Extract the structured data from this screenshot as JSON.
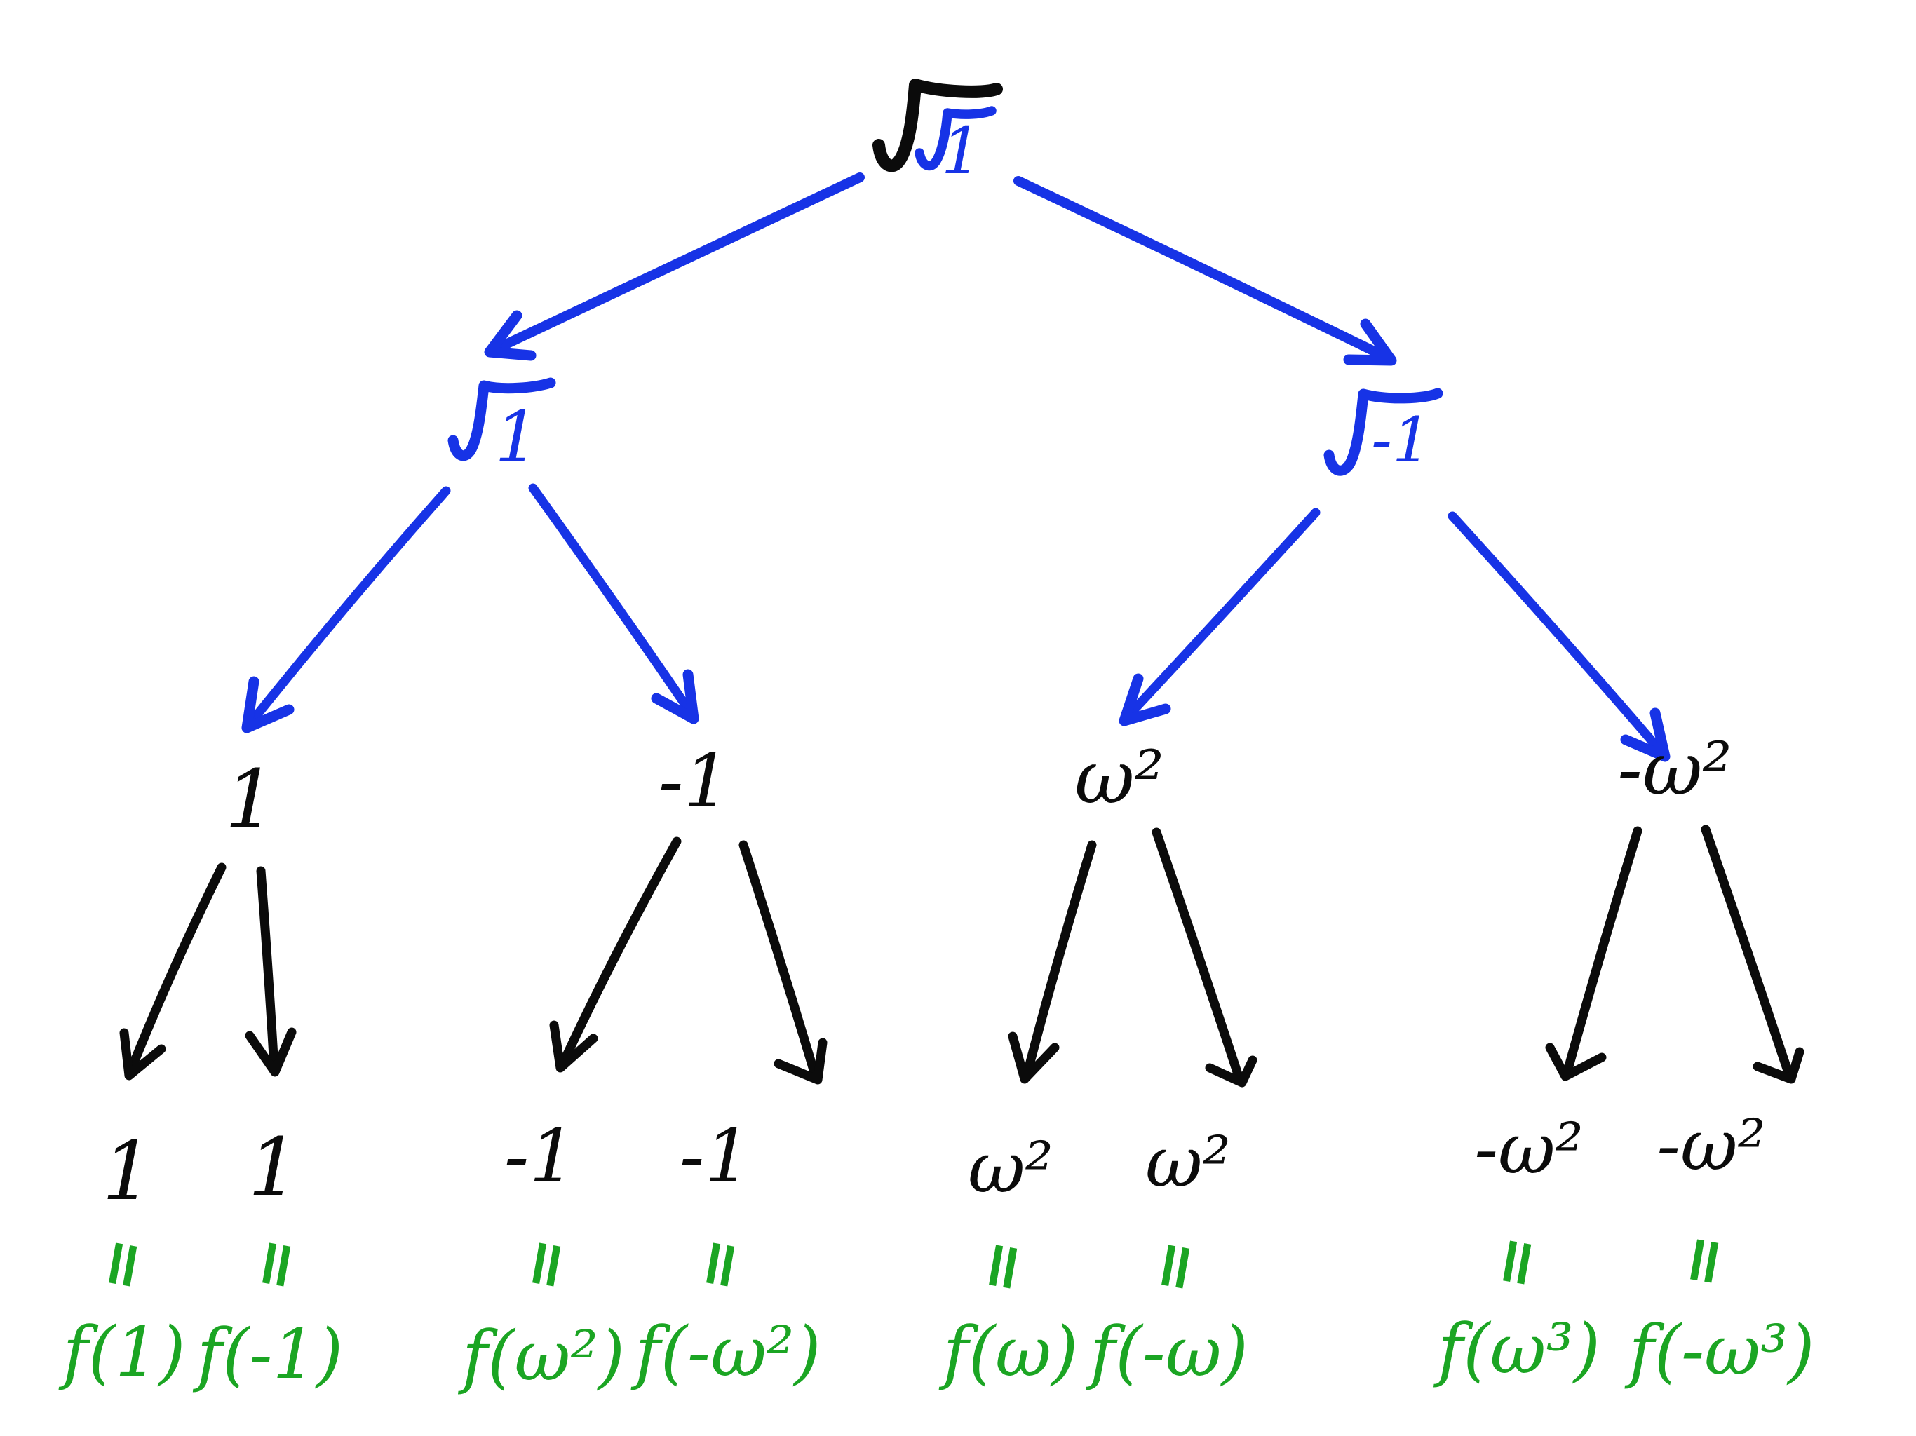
{
  "colors": {
    "ink": "#0b0b0b",
    "blue": "#1733e6",
    "green": "#1ba523",
    "background": "#ffffff"
  },
  "diagram": {
    "root": {
      "label": "√√1",
      "inner_radicand": "1"
    },
    "level2": [
      {
        "label": "√1",
        "radicand": "1"
      },
      {
        "label": "√-1",
        "radicand": "-1"
      }
    ],
    "level3": [
      {
        "label": "1"
      },
      {
        "label": "-1"
      },
      {
        "label": "ω²"
      },
      {
        "label": "-ω²"
      }
    ],
    "leaves": [
      {
        "value": "1",
        "result": "f(1)"
      },
      {
        "value": "1",
        "result": "f(-1)"
      },
      {
        "value": "-1",
        "result": "f(ω²)"
      },
      {
        "value": "-1",
        "result": "f(-ω²)"
      },
      {
        "value": "ω²",
        "result": "f(ω)"
      },
      {
        "value": "ω²",
        "result": "f(-ω)"
      },
      {
        "value": "-ω²",
        "result": "f(ω³)"
      },
      {
        "value": "-ω²",
        "result": "f(-ω³)"
      }
    ],
    "equals_mark": "="
  }
}
